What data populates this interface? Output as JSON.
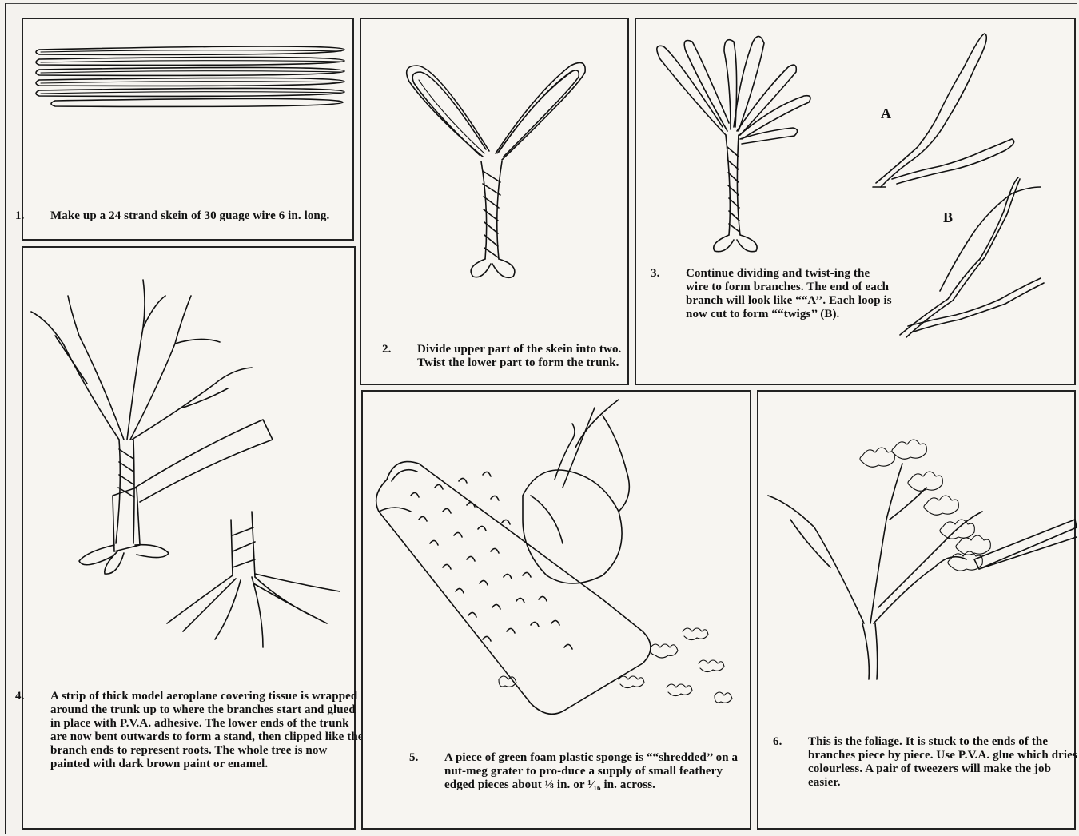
{
  "panels": [
    {
      "number": "1.",
      "text": "Make up a 24 strand skein of 30 guage wire 6 in. long."
    },
    {
      "number": "2.",
      "text": "Divide upper part of the skein into two. Twist the lower part to form the trunk."
    },
    {
      "number": "3.",
      "text": "Continue dividing and twist-ing the wire to form branches. The end of each branch will look like ““A’’. Each loop is now cut to form ““twigs’’ (B).",
      "labels": [
        "A",
        "B"
      ]
    },
    {
      "number": "4.",
      "text": "A strip of thick model aeroplane covering tissue is wrapped around the trunk up to where the branches start and glued in place with P.V.A. adhesive. The lower ends of the trunk are now bent outwards to form a stand, then clipped like the branch ends to represent roots. The whole tree is now painted with dark brown paint or enamel."
    },
    {
      "number": "5.",
      "text": "A piece of green foam plastic sponge is ““shredded’’ on a nut-meg grater to pro-duce a supply of small feathery edged pieces about ⅛ in. or ¹⁄₁₆ in. across."
    },
    {
      "number": "6.",
      "text": "This is the foliage. It is stuck to the ends of the branches piece by piece. Use P.V.A. glue which dries colourless. A pair of tweezers will make the job easier."
    }
  ]
}
